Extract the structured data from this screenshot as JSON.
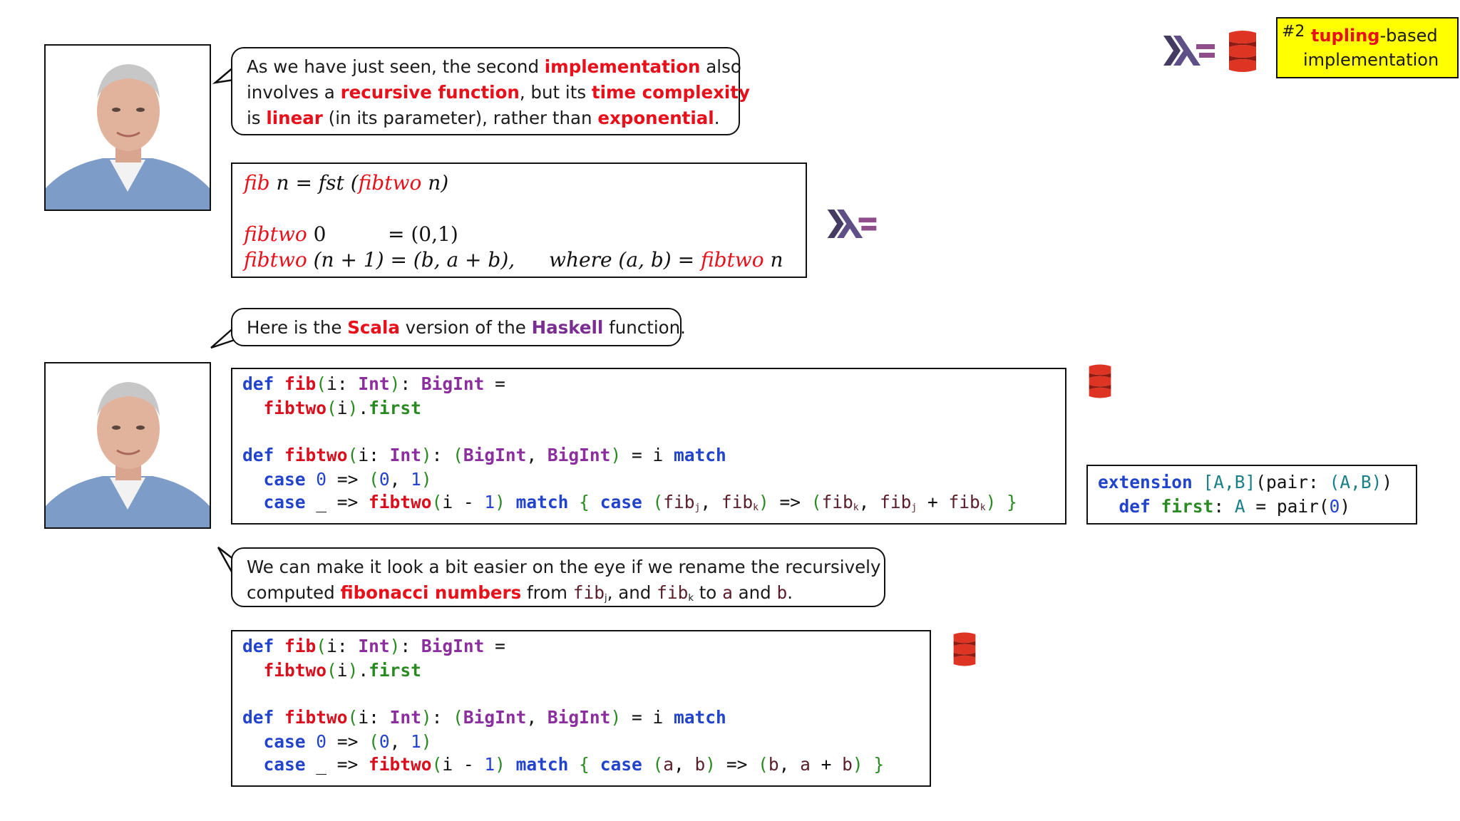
{
  "badge": {
    "number": "#2",
    "highlight": "tupling",
    "rest": "-based",
    "line2": "implementation"
  },
  "bubble1": {
    "t1": "As we have just seen, the second ",
    "h1": "implementation",
    "t2": " also",
    "t3": "involves a ",
    "h2": "recursive function",
    "t4": ", but its ",
    "h3": "time complexity",
    "t5": "is ",
    "h4": "linear",
    "t6": " (in its parameter), rather than ",
    "h5": "exponential",
    "t7": "."
  },
  "haskell_math": {
    "l1_fib": "fib",
    "l1_rest_a": " n = fst (",
    "l1_fibtwo": "fibtwo",
    "l1_rest_b": " n)",
    "l2_fibtwo": "fibtwo",
    "l2_arg": " 0",
    "l2_eq": "= (0,1)",
    "l3_fibtwo": "fibtwo",
    "l3_arg": " (n + 1) = (b, a + b),",
    "l3_where": "where (a, b) = ",
    "l3_fibtwo2": "fibtwo",
    "l3_n": " n"
  },
  "bubble2": {
    "t1": "Here is the ",
    "h1": "Scala",
    "t2": " version of the ",
    "h2": "Haskell",
    "t3": " function."
  },
  "code_common": {
    "def": "def",
    "fib": "fib",
    "i_colon": "(i: ",
    "Int": "Int",
    "close_colon": "): ",
    "BigInt": "BigInt",
    "eq": " =",
    "fibtwo": "fibtwo",
    "call_i": "(i).",
    "first": "first",
    "i_colon2": "(i: ",
    "tuple_open": "): (",
    "comma": ", ",
    "tuple_close": ") = i ",
    "match": "match",
    "case": "case",
    "zero": "0",
    "arrow": " => (",
    "one": "1",
    "paren_close": ")",
    "underscore_arrow": " _ => ",
    "minus": "(i - ",
    "brace_open": "{ ",
    "brace_close": "}"
  },
  "code1_case2": {
    "open": "(",
    "fj": "fib",
    "j": "j",
    "sep": ", ",
    "fk": "fib",
    "k": "k",
    "close_arrow": ") => (",
    "fk2": "fib",
    "k2": "k",
    "sep2": ", ",
    "fj2": "fib",
    "j2": "j",
    "plus": " + ",
    "fk3": "fib",
    "k3": "k",
    "end": ") "
  },
  "extension": {
    "kw": "extension",
    "tparams": "[A,B]",
    "pair": "(pair: ",
    "types": "(A,B)",
    "close": ")",
    "def": "def",
    "first": "first",
    "colon": ": ",
    "A": "A",
    "eq": " = pair(",
    "zero": "0",
    "end": ")"
  },
  "bubble3": {
    "t1": "We can make it look a bit easier on the eye if we rename the recursively",
    "t2": "computed ",
    "h1": "fibonacci numbers",
    "t3": " from ",
    "fj": "fib",
    "j": "j",
    "t4": ", and ",
    "fk": "fib",
    "k": "k",
    "t5": " to ",
    "a": "a",
    "t6": " and ",
    "b": "b",
    "t7": "."
  },
  "code2_case2": {
    "open": "(",
    "a": "a",
    "sep": ", ",
    "b": "b",
    "close_arrow": ") => (",
    "b2": "b",
    "sep2": ", ",
    "a2": "a",
    "plus": " + ",
    "b3": "b",
    "end": ") "
  },
  "icons": {
    "haskell": "haskell-logo-icon",
    "scala": "scala-logo-icon",
    "haskell_color": "#5e4f87",
    "haskell_color_light": "#8f4e8b",
    "scala_color": "#de3423"
  }
}
